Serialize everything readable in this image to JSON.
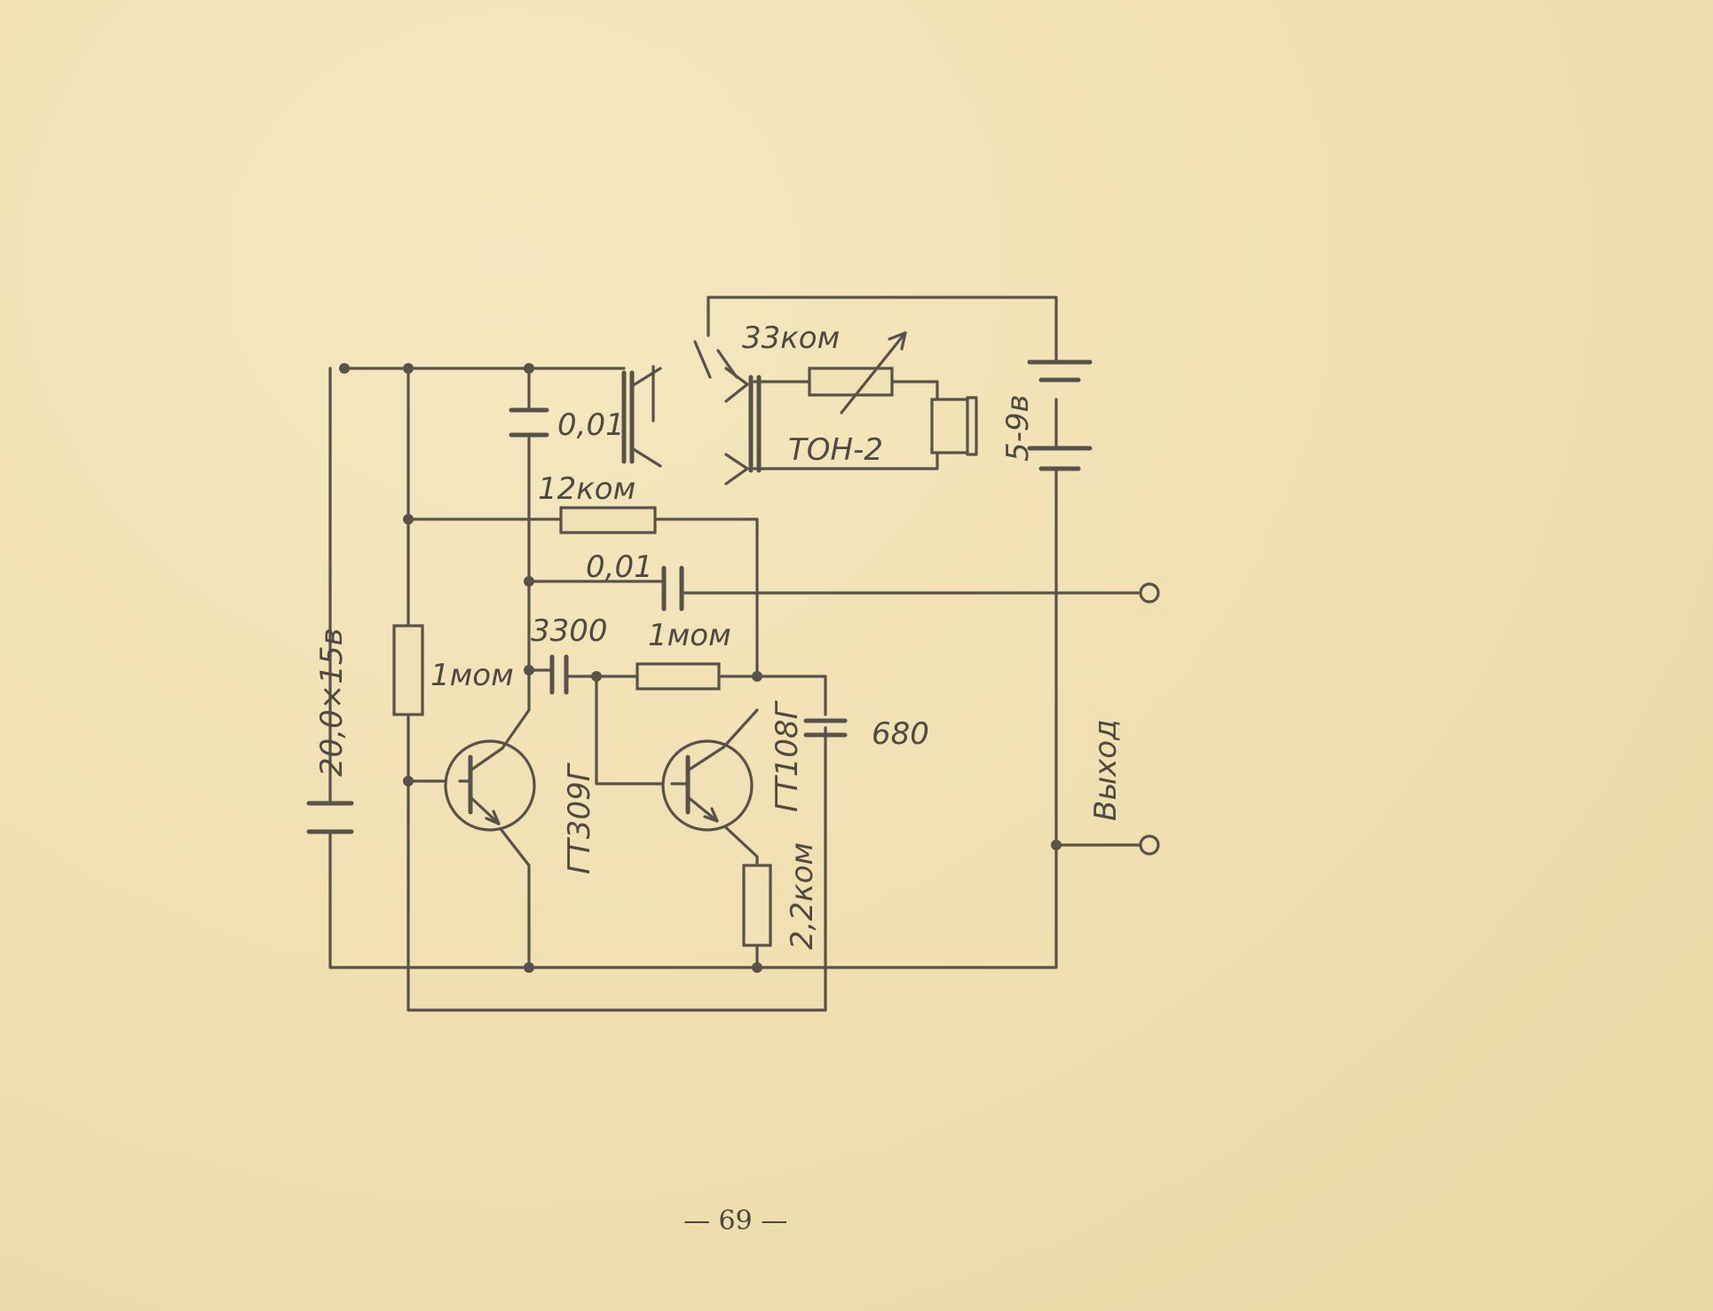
{
  "labels": {
    "c_top": "0,01",
    "r_var": "33ком",
    "headphone": "ТОН-2",
    "battery": "5-9в",
    "r_12k": "12ком",
    "c_out": "0,01",
    "c_3300": "3300",
    "r_1mom_mid": "1мом",
    "r_1mom_left": "1мом",
    "c_electrolytic": "20,0×15в",
    "t1": "ГТ309Г",
    "t2": "ГТ108Г",
    "c_680": "680",
    "r_2k2": "2,2ком",
    "output": "Выход"
  },
  "page_number": "— 69 —",
  "colors": {
    "paper": "#f1e2b6",
    "ink": "#57524a"
  }
}
